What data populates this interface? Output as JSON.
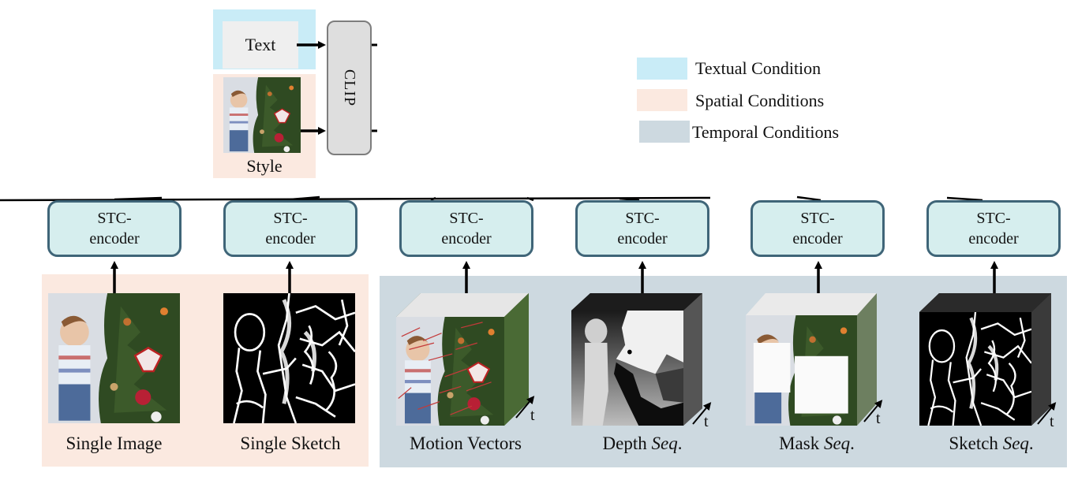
{
  "diagram": {
    "text_input": {
      "label": "Text",
      "condition": "textual"
    },
    "style_input": {
      "label": "Style",
      "image": "boy-with-christmas-tree",
      "condition": "spatial"
    },
    "clip": {
      "label": "CLIP"
    },
    "legend": [
      {
        "label": "Textual Condition",
        "color": "#c9ecf7"
      },
      {
        "label": "Spatial Conditions",
        "color": "#fbe9e0"
      },
      {
        "label": "Temporal Conditions",
        "color": "#cdd9e0"
      }
    ],
    "encoders": [
      {
        "line1": "STC-",
        "line2": "encoder"
      },
      {
        "line1": "STC-",
        "line2": "encoder"
      },
      {
        "line1": "STC-",
        "line2": "encoder"
      },
      {
        "line1": "STC-",
        "line2": "encoder"
      },
      {
        "line1": "STC-",
        "line2": "encoder"
      },
      {
        "line1": "STC-",
        "line2": "encoder"
      }
    ],
    "spatial_conditions": [
      {
        "label": "Single Image",
        "image": "boy-with-christmas-tree"
      },
      {
        "label": "Single Sketch",
        "image": "sketch-edge-map"
      }
    ],
    "temporal_conditions": [
      {
        "label": "Motion Vectors",
        "label_italic": "",
        "suffix": "",
        "image": "motion-vector-frames"
      },
      {
        "label": "Depth ",
        "label_italic": "Seq",
        "suffix": ".",
        "image": "depth-frames"
      },
      {
        "label": "Mask ",
        "label_italic": "Seq",
        "suffix": ".",
        "image": "masked-frames"
      },
      {
        "label": "Sketch ",
        "label_italic": "Seq",
        "suffix": ".",
        "image": "sketch-frames"
      }
    ],
    "time_axis_label": "t",
    "colors": {
      "textual": "#c9ecf7",
      "spatial": "#fbe9e0",
      "temporal": "#cdd9e0",
      "encoder_fill": "#d6eeee",
      "encoder_border": "#3f6578",
      "clip_fill": "#dedede"
    }
  }
}
